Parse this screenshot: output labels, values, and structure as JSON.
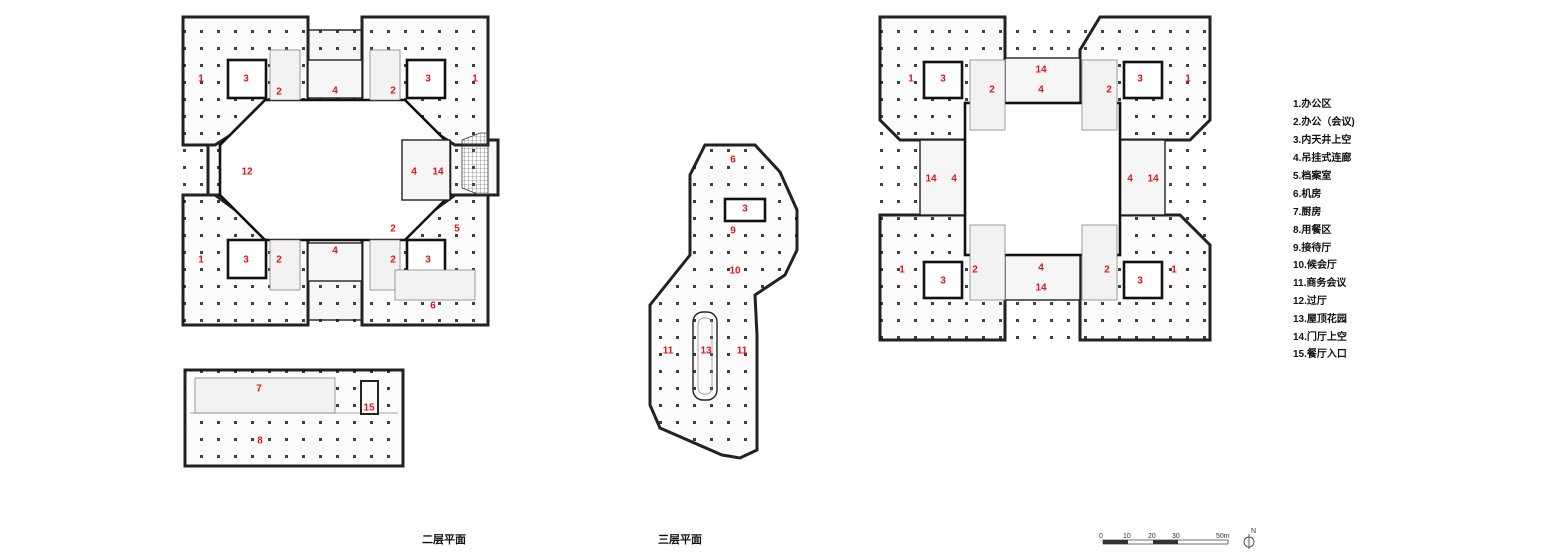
{
  "floor_titles": {
    "second": "二层平面",
    "third": "三层平面"
  },
  "legend": [
    "1.办公区",
    "2.办公（会议)",
    "3.内天井上空",
    "4.吊挂式连廊",
    "5.档案室",
    "6.机房",
    "7.厨房",
    "8.用餐区",
    "9.接待厅",
    "10.候会厅",
    "11.商务会议",
    "12.过厅",
    "13.屋顶花园",
    "14.门厅上空",
    "15.餐厅入口"
  ],
  "scale_bar": {
    "ticks": [
      "0",
      "10",
      "20",
      "30",
      "50m"
    ]
  },
  "north": "N",
  "room_labels": {
    "plan_a": [
      "1",
      "3",
      "2",
      "4",
      "2",
      "3",
      "1",
      "12",
      "4",
      "14",
      "2",
      "5",
      "1",
      "3",
      "2",
      "4",
      "2",
      "3",
      "6"
    ],
    "plan_b": [
      "7",
      "15",
      "8"
    ],
    "plan_c": [
      "6",
      "3",
      "9",
      "10",
      "11",
      "13",
      "11"
    ],
    "plan_d": [
      "14",
      "4",
      "1",
      "3",
      "2",
      "2",
      "3",
      "1",
      "14",
      "4",
      "4",
      "14",
      "4",
      "14",
      "1",
      "3",
      "2",
      "2",
      "3",
      "1"
    ]
  },
  "colors": {
    "label": "#e3141b",
    "wall": "#222222"
  }
}
